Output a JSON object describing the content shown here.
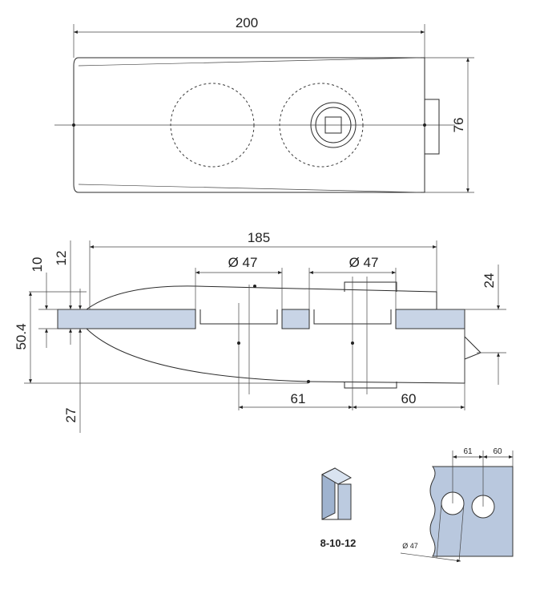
{
  "top_view": {
    "dim_length": "200",
    "dim_height": "76"
  },
  "side_view": {
    "dim_185": "185",
    "dim_hole_left": "Ø 47",
    "dim_hole_right": "Ø 47",
    "dim_10": "10",
    "dim_12": "12",
    "dim_24": "24",
    "dim_50_4": "50.4",
    "dim_27": "27",
    "dim_61": "61",
    "dim_60": "60"
  },
  "glass_legend": {
    "thickness_label": "8-10-12"
  },
  "hole_detail": {
    "dim_61": "61",
    "dim_60": "60",
    "dim_dia": "Ø 47"
  },
  "colors": {
    "glass": "#c8d4e6",
    "line": "#2b2b2b"
  }
}
